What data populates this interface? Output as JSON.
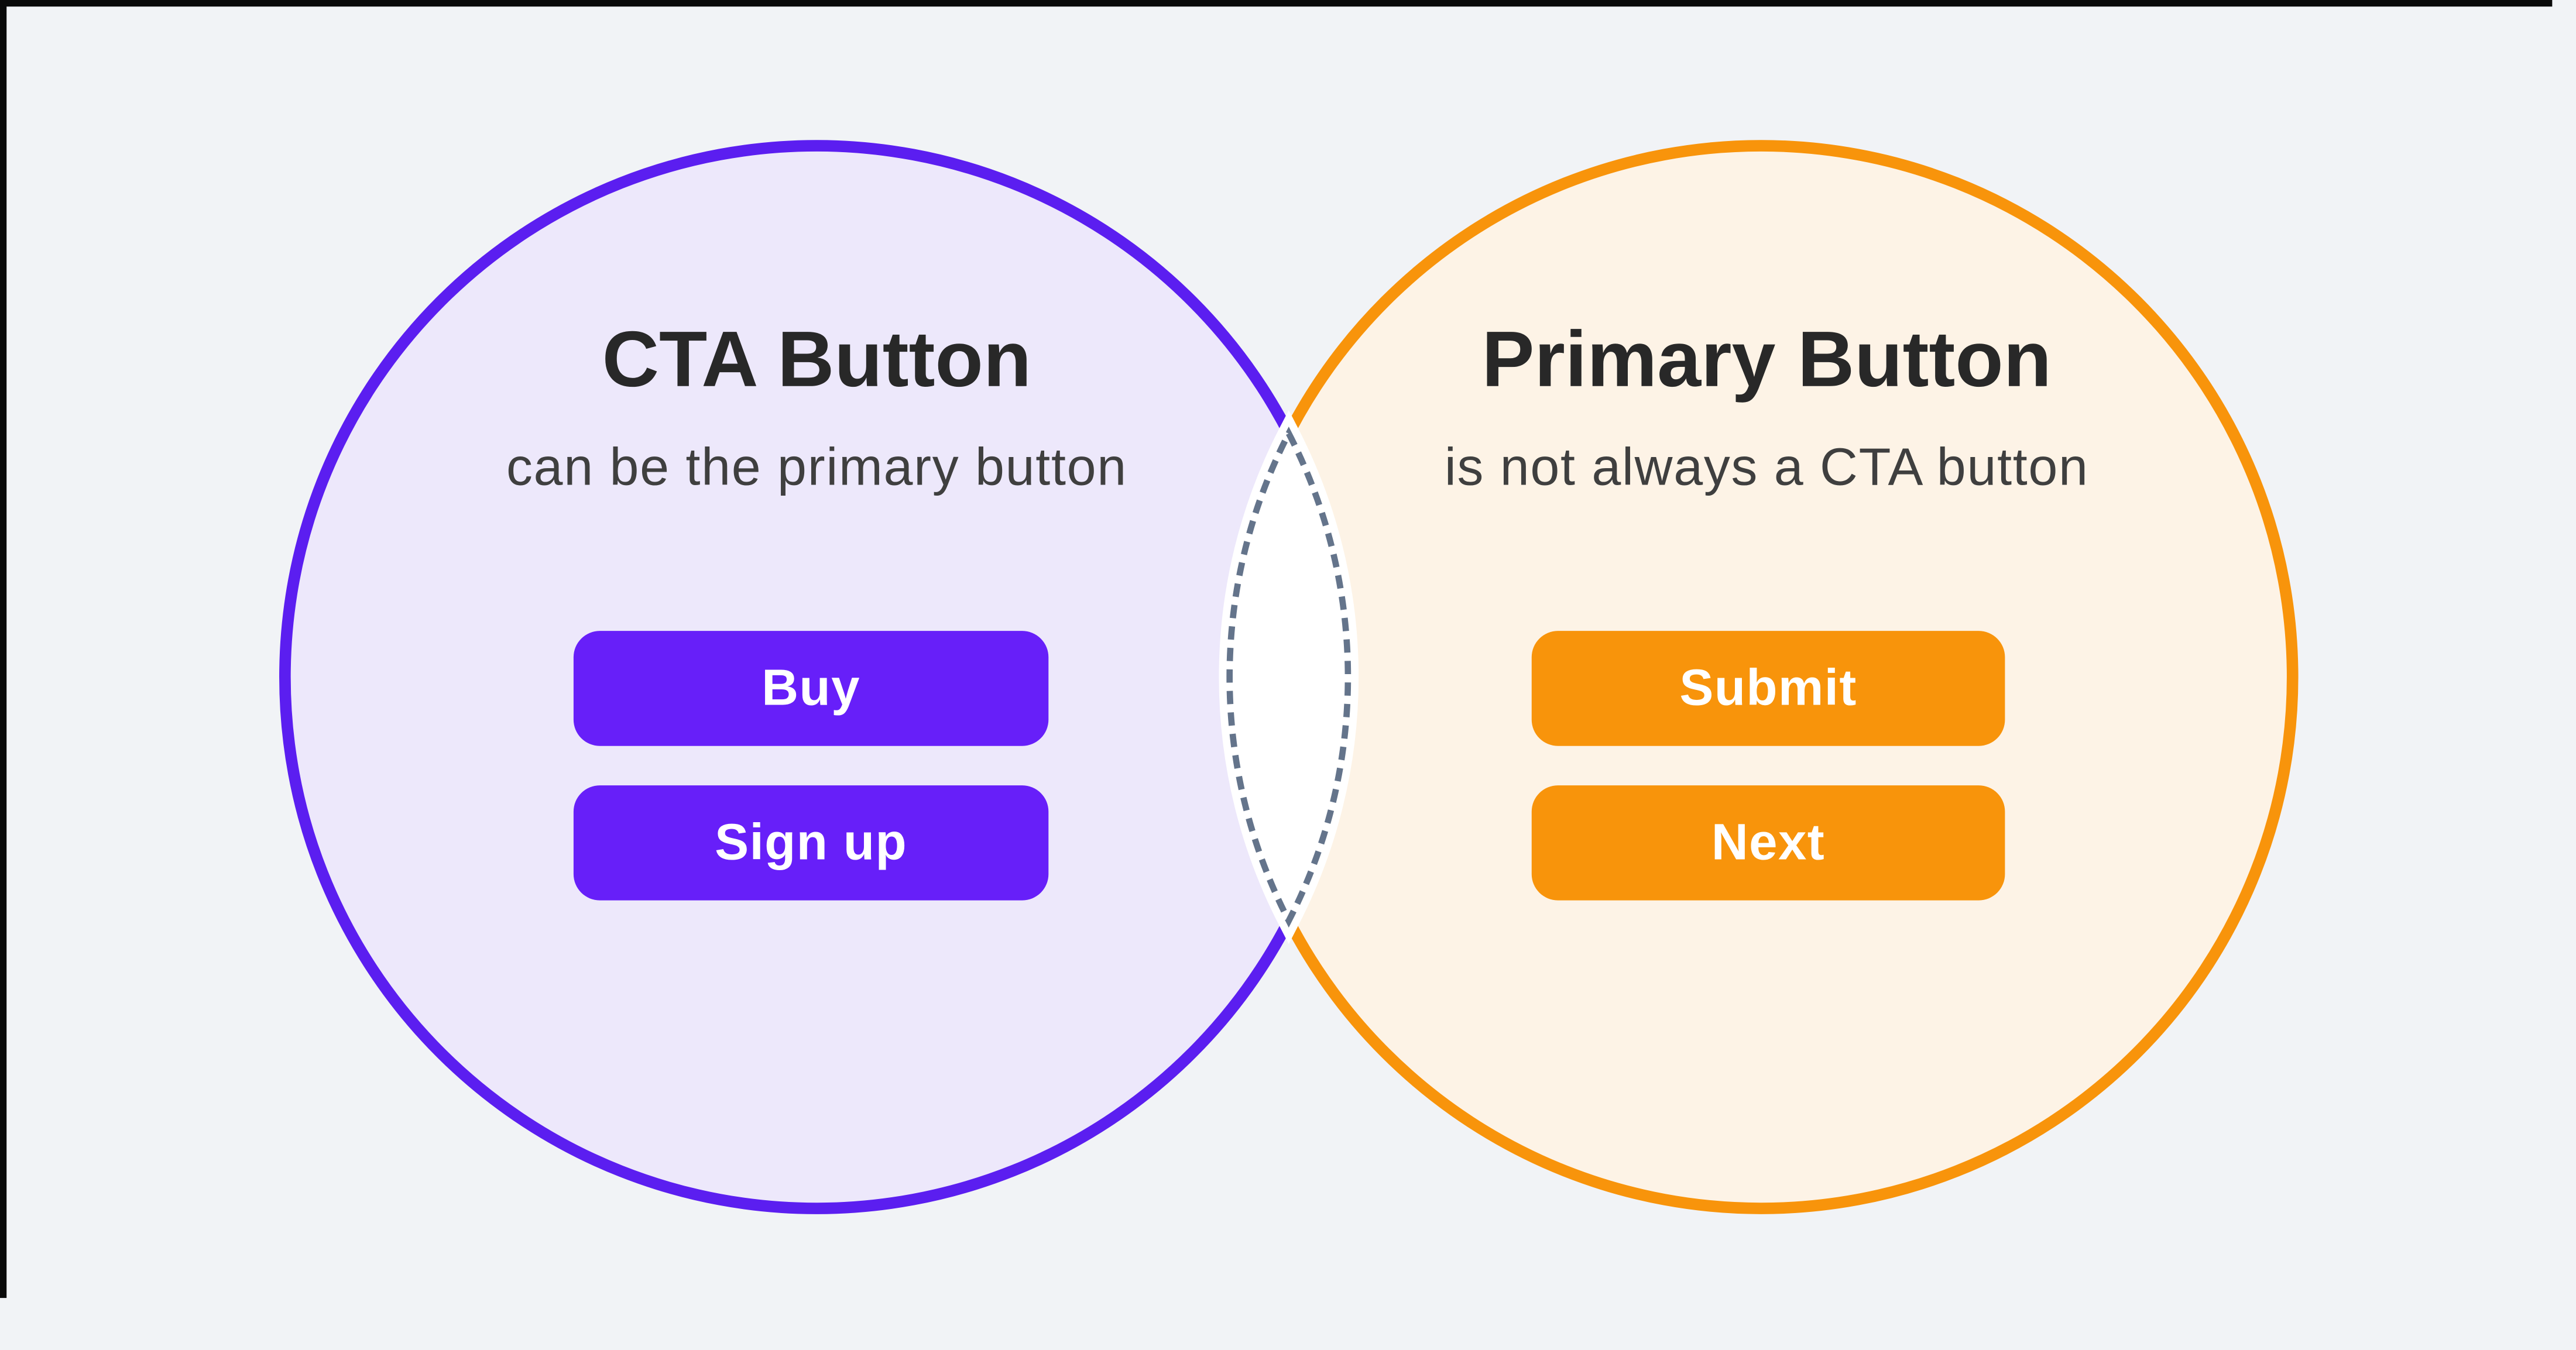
{
  "venn": {
    "background": "#F1F3F6",
    "frame_color": "#0A0A0A",
    "left": {
      "title": "CTA Button",
      "subtitle": "can be the primary button",
      "buttons": [
        {
          "label": "Buy"
        },
        {
          "label": "Sign up"
        }
      ],
      "circle_fill": "#EDE8FB",
      "circle_border": "#5B1EF0",
      "button_color": "#671FF9",
      "button_text_color": "#FFFFFF"
    },
    "right": {
      "title": "Primary Button",
      "subtitle": "is not always a CTA button",
      "buttons": [
        {
          "label": "Submit"
        },
        {
          "label": "Next"
        }
      ],
      "circle_fill": "#FDF3E6",
      "circle_border": "#F8940B",
      "button_color": "#F8940B",
      "button_text_color": "#FFFFFF"
    },
    "intersection": {
      "fill": "#FFFFFF",
      "dash_color": "#64748B",
      "border_style": "dashed"
    },
    "text_colors": {
      "title": "#282828",
      "subtitle": "#3F3F3F"
    }
  }
}
